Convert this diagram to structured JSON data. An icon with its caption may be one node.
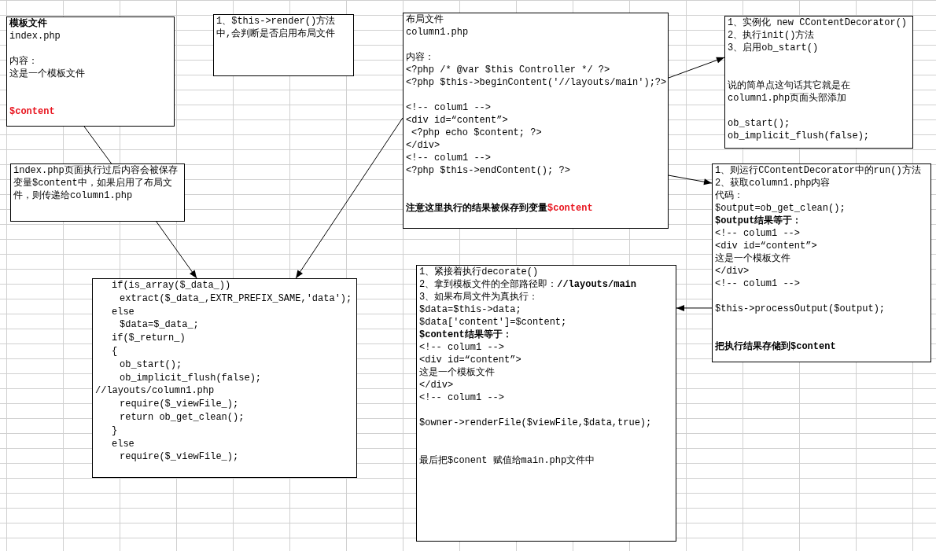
{
  "diagram": {
    "nodes": [
      {
        "text": [
          "模板文件",
          "index.php",
          "内容：",
          "这是一个模板文件",
          "$content"
        ]
      },
      {
        "text": [
          "1、$this->render()方法中,会判断是否启用布局文件"
        ]
      },
      {
        "text": [
          "index.php页面执行过后内容会被保存变量$content中，如果启用了布局文件，则传递给column1.php"
        ]
      },
      {
        "text": [
          "布局文件",
          "column1.php",
          "内容：",
          "<?php /* @var $this Controller */ ?>",
          "<?php $this->beginContent('//layouts/main');?>",
          "<!-- colum1 -->",
          "<div id=“content”>",
          "<?php echo $content; ?>",
          "</div>",
          "<!-- colum1 -->",
          "<?php $this->endContent(); ?>",
          "注意这里执行的结果被保存到变量",
          "$content"
        ]
      },
      {
        "text": [
          "1、实例化 new CContentDecorator()",
          "2、执行init()方法",
          "3、启用ob_start()",
          "说的简单点这句话其它就是在column1.php页面头部添加",
          "ob_start();",
          "ob_implicit_flush(false);"
        ]
      },
      {
        "text": [
          "1、则运行CContentDecorator中的run()方法",
          "2、获取column1.php内容",
          "代码：",
          "$output=ob_get_clean();",
          "$output结果等于：",
          "<!-- colum1 -->",
          "<div id=“content”>",
          "这是一个模板文件",
          "</div>",
          "<!-- colum1 -->",
          "$this->processOutput($output);",
          "把执行结果存储到$content"
        ]
      },
      {
        "text": [
          "if(is_array($_data_))",
          "extract($_data_,EXTR_PREFIX_SAME,'data');",
          "else",
          "$data=$_data_;",
          "if($_return_)",
          "{",
          "ob_start();",
          "ob_implicit_flush(false);",
          "//layouts/column1.php",
          "require($_viewFile_);",
          "return ob_get_clean();",
          "}",
          "else",
          "require($_viewFile_);"
        ]
      },
      {
        "text": [
          "1、紧接着执行decorate()",
          "2、拿到模板文件的全部路径即：**//layouts/main**",
          "3、如果布局文件为真执行：",
          "$data=$this->data;",
          "$data['content']=$content;",
          "$content结果等于：",
          "<!-- colum1 -->",
          "<div id=“content”>",
          "这是一个模板文件",
          "</div>",
          "<!-- colum1 -->",
          "$owner->renderFile($viewFile,$data,true);",
          "最后把$conent 赋值给main.php文件中"
        ]
      }
    ],
    "edges": [
      {
        "from": 0,
        "to": 2,
        "arrow": "none"
      },
      {
        "from": 2,
        "to": 6,
        "arrow": "to"
      },
      {
        "from": 3,
        "to": 6,
        "arrow": "to"
      },
      {
        "from": 3,
        "to": 4,
        "arrow": "to"
      },
      {
        "from": 3,
        "to": 5,
        "arrow": "to"
      },
      {
        "from": 5,
        "to": 7,
        "arrow": "to"
      }
    ]
  }
}
